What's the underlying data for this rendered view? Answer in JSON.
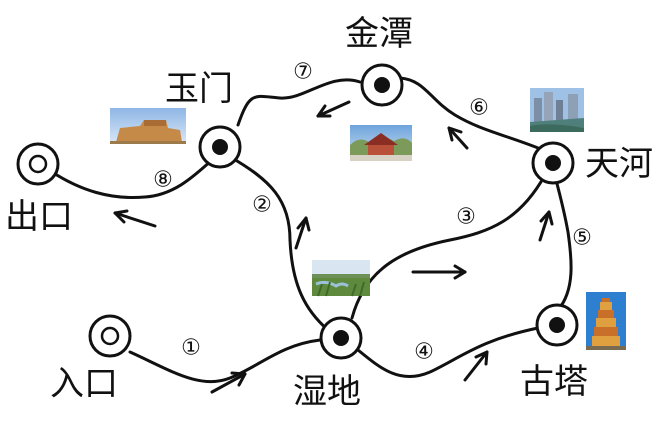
{
  "places": {
    "jintan": "金潭",
    "yumen": "玉门",
    "tianhe": "天河",
    "chukou": "出口",
    "rukou": "入口",
    "shidi": "湿地",
    "guta": "古塔"
  },
  "routes": [
    "①",
    "②",
    "③",
    "④",
    "⑤",
    "⑥",
    "⑦",
    "⑧"
  ],
  "icons": [
    "landscape-photo-icon"
  ]
}
